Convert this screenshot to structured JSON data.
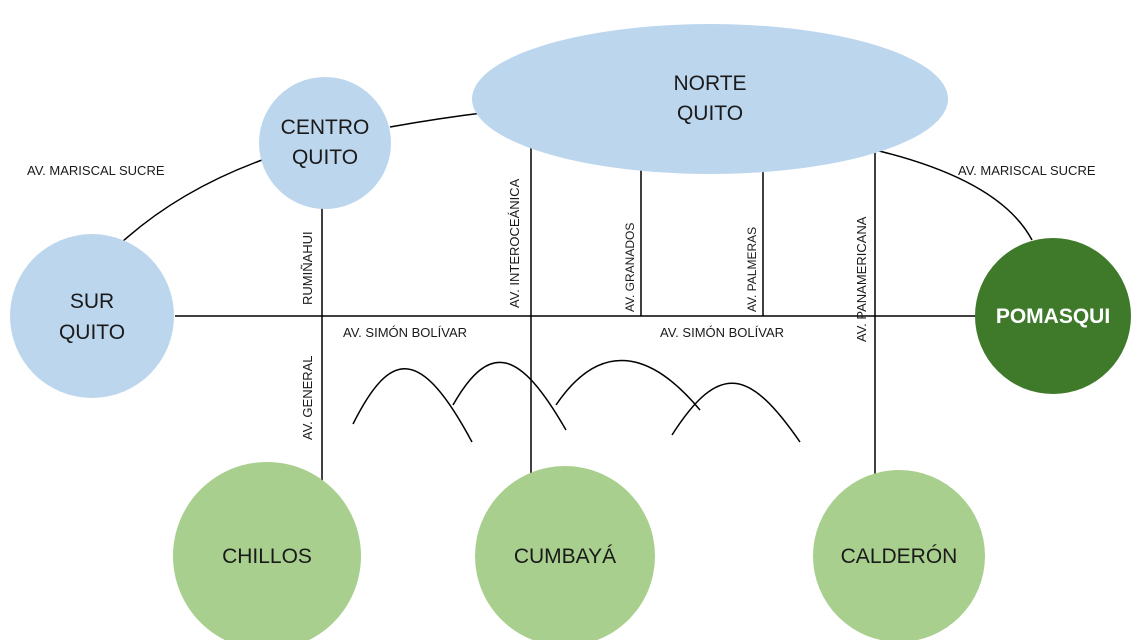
{
  "nodes": {
    "norte": {
      "line1": "NORTE",
      "line2": "QUITO",
      "color": "#bcd6ee"
    },
    "centro": {
      "line1": "CENTRO",
      "line2": "QUITO",
      "color": "#bcd6ee"
    },
    "sur": {
      "line1": "SUR",
      "line2": "QUITO",
      "color": "#bcd6ee"
    },
    "pomasqui": {
      "label": "POMASQUI",
      "color": "#3f7a2b"
    },
    "chillos": {
      "label": "CHILLOS",
      "color": "#a8cf8e"
    },
    "cumbaya": {
      "label": "CUMBAYÁ",
      "color": "#a8cf8e"
    },
    "calderon": {
      "label": "CALDERÓN",
      "color": "#a8cf8e"
    }
  },
  "roads": {
    "mariscal_sucre_left": "AV. MARISCAL SUCRE",
    "mariscal_sucre_right": "AV. MARISCAL SUCRE",
    "rumiñahui": "RUMIÑAHUI",
    "interoceanica": "AV. INTEROCEÁNICA",
    "granados": "AV. GRANADOS",
    "palmeras": "AV. PALMERAS",
    "panamericana": "AV. PANAMERICANA",
    "general": "AV. GENERAL",
    "simon_bolivar_left": "AV. SIMÓN BOLÍVAR",
    "simon_bolivar_right": "AV. SIMÓN BOLÍVAR"
  }
}
